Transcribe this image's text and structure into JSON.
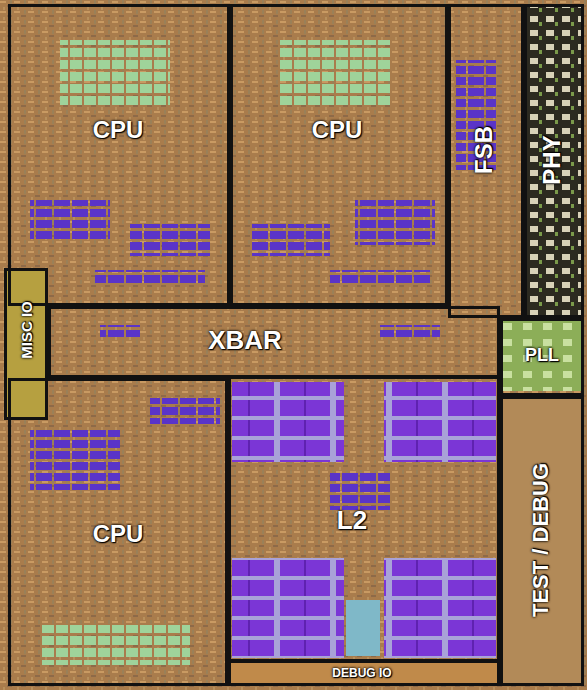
{
  "diagram": {
    "nodes": [
      {
        "text": [
          "CPU"
        ]
      },
      {
        "text": [
          "CPU"
        ]
      },
      {
        "text": [
          "FSB"
        ]
      },
      {
        "text": [
          "PHY"
        ]
      },
      {
        "text": [
          "MISC IO"
        ]
      },
      {
        "text": [
          "XBAR"
        ]
      },
      {
        "text": [
          "PLL"
        ]
      },
      {
        "text": [
          "CPU"
        ]
      },
      {
        "text": [
          "L2"
        ]
      },
      {
        "text": [
          "TEST / DEBUG"
        ]
      },
      {
        "text": [
          "DEBUG IO"
        ]
      }
    ]
  }
}
